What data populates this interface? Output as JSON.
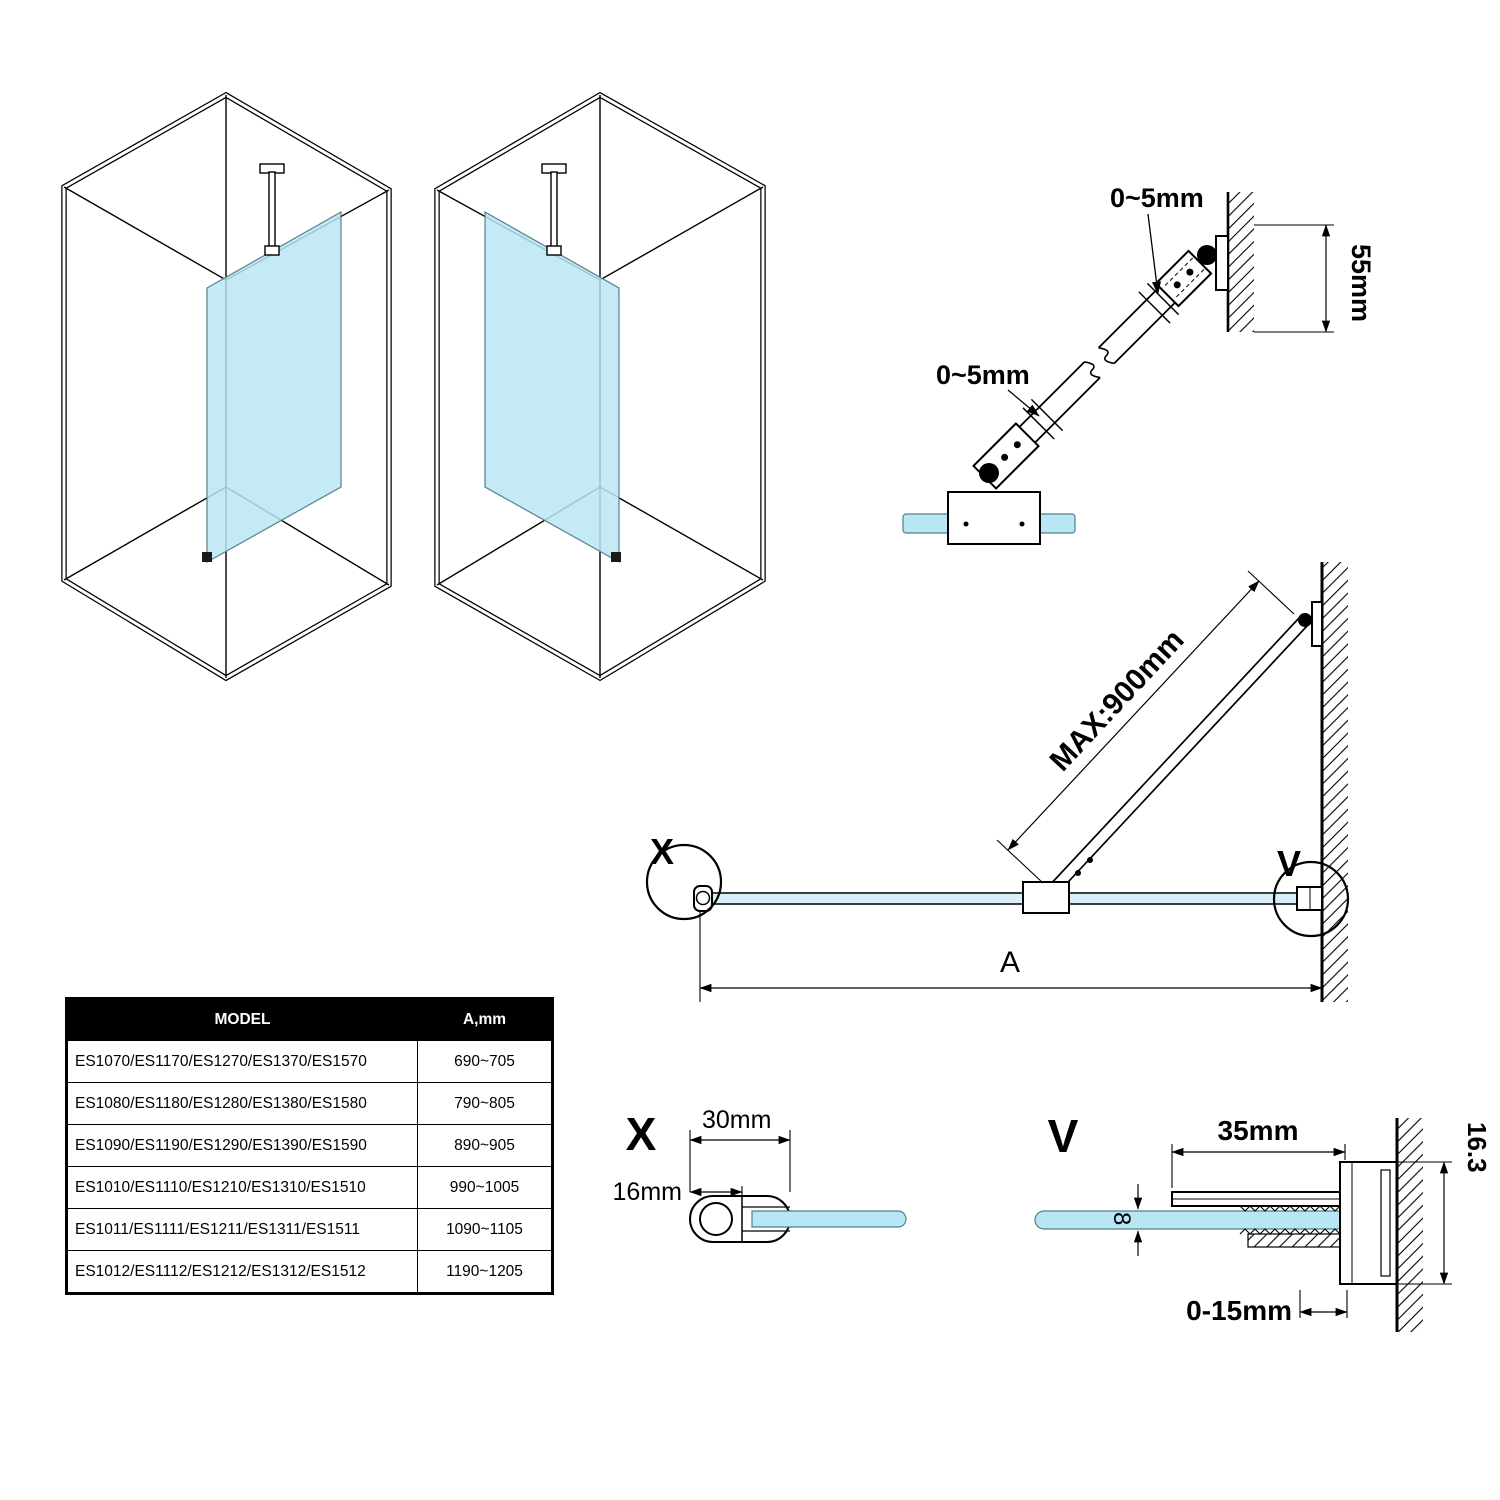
{
  "colors": {
    "glass": "#b9e6f3",
    "glass_light": "#d6eff9",
    "line": "#000000",
    "table_header_bg": "#000000"
  },
  "table": {
    "headers": {
      "model": "MODEL",
      "a": "A,mm"
    },
    "rows": [
      {
        "model": "ES1070/ES1170/ES1270/ES1370/ES1570",
        "a": "690~705"
      },
      {
        "model": "ES1080/ES1180/ES1280/ES1380/ES1580",
        "a": "790~805"
      },
      {
        "model": "ES1090/ES1190/ES1290/ES1390/ES1590",
        "a": "890~905"
      },
      {
        "model": "ES1010/ES1110/ES1210/ES1310/ES1510",
        "a": "990~1005"
      },
      {
        "model": "ES1011/ES1111/ES1211/ES1311/ES1511",
        "a": "1090~1105"
      },
      {
        "model": "ES1012/ES1112/ES1212/ES1312/ES1512",
        "a": "1190~1205"
      }
    ]
  },
  "bracket_detail": {
    "gap_top_label": "0~5mm",
    "gap_bottom_label": "0~5mm",
    "plate_height_label": "55mm"
  },
  "plan_view": {
    "max_bar_label": "MAX:900mm",
    "callout_left": "X",
    "callout_right": "V",
    "width_label": "A"
  },
  "detail_x": {
    "title": "X",
    "width_label": "30mm",
    "depth_label": "16mm"
  },
  "detail_v": {
    "title": "V",
    "width_label": "35mm",
    "height_label": "16.3",
    "glass_thickness_label": "8",
    "adjustment_label": "0-15mm"
  }
}
